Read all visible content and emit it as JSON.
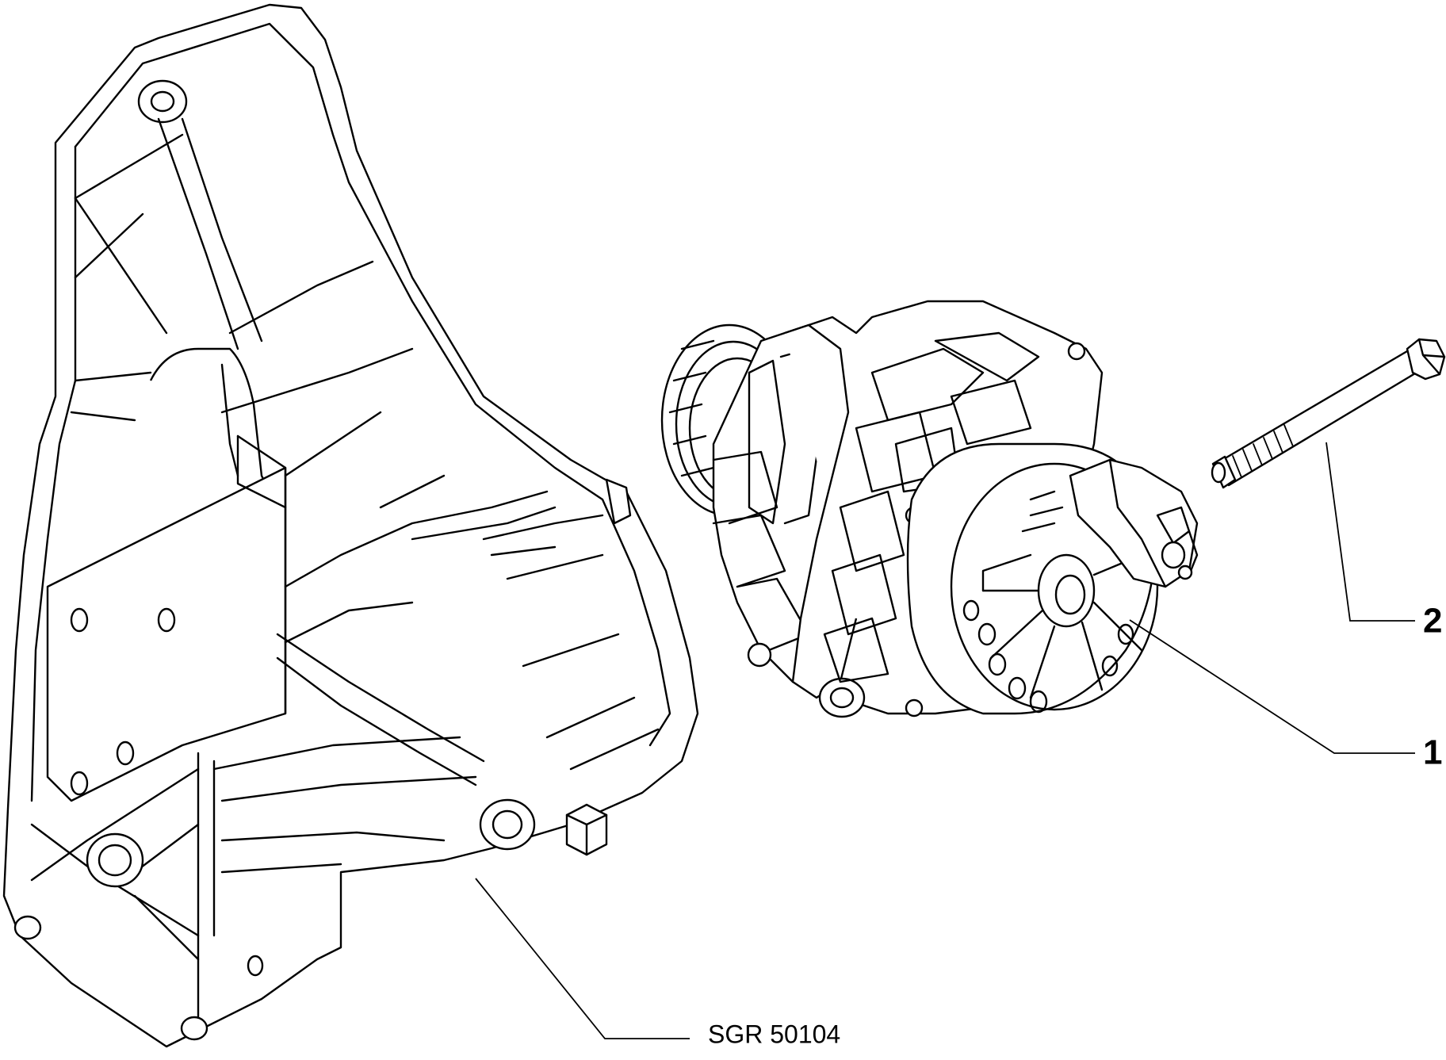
{
  "callouts": {
    "part_1": "1",
    "part_2": "2"
  },
  "drawing_reference": "SGR 50104",
  "colors": {
    "line": "#000000",
    "background": "#ffffff"
  }
}
